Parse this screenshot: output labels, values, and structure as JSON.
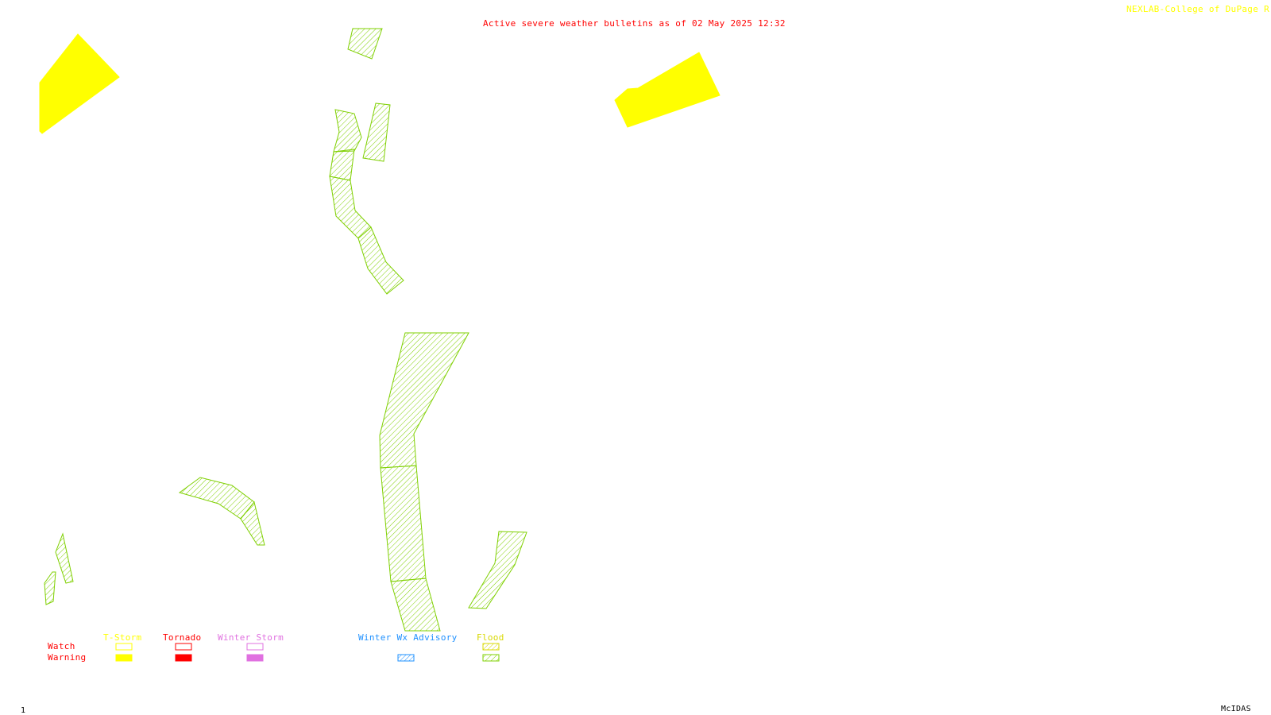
{
  "header": {
    "title": "Active severe weather bulletins as of 02 May 2025 12:32",
    "credit": "NEXLAB-College of DuPage R"
  },
  "footer": {
    "frame_number": "1",
    "software": "McIDAS"
  },
  "colors": {
    "background": "#ffffff",
    "title": "#ff0000",
    "credit": "#ffff00",
    "footer": "#000000",
    "tstorm": "#ffff00",
    "tornado": "#ff0000",
    "winter_storm": "#e070e0",
    "winter_wx_advisory": "#1e90ff",
    "flood": "#7fd000",
    "flood_watch": "#d8d800"
  },
  "legend": {
    "row_labels": {
      "watch": "Watch",
      "warning": "Warning"
    },
    "categories": [
      {
        "key": "tstorm",
        "label": "T-Storm",
        "watch": "outline",
        "warning": "solid"
      },
      {
        "key": "tornado",
        "label": "Tornado",
        "watch": "outline",
        "warning": "solid"
      },
      {
        "key": "winter_storm",
        "label": "Winter Storm",
        "watch": "outline",
        "warning": "solid"
      },
      {
        "key": "winter_wx_advisory",
        "label": "Winter Wx Advisory",
        "watch": "none",
        "warning": "hatched"
      },
      {
        "key": "flood",
        "label": "Flood",
        "watch": "hatched",
        "warning": "hatched"
      }
    ]
  },
  "alerts": {
    "severe_thunderstorm_warnings": 2,
    "flood_warnings": 14
  }
}
